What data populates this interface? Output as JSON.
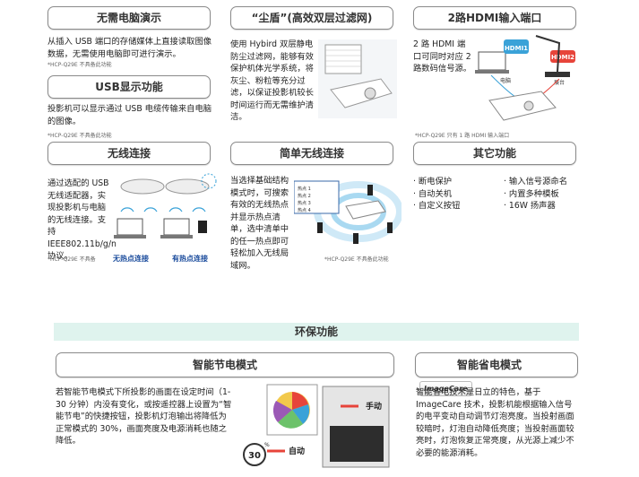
{
  "row1": {
    "box1": {
      "title": "无需电脑演示",
      "text": "从插入 USB 端口的存储媒体上直接读取图像数据，无需使用电脑即可进行演示。",
      "note": "*HCP-Q29E 不具备此功能"
    },
    "box1b": {
      "title": "USB显示功能",
      "text": "投影机可以显示通过 USB 电缆传输来自电脑的图像。",
      "note": "*HCP-Q29E 不具备此功能"
    },
    "box2": {
      "title": "“尘盾”(高效双层过滤网)",
      "text": "使用 Hybird 双层静电防尘过滤网，能够有效保护机体光学系统，将灰尘、粉粒等充分过滤，以保证投影机较长时间运行而无需维护清洁。"
    },
    "box3": {
      "title": "2路HDMI输入端口",
      "text": "2 路 HDMI 端口可同时对应 2 路数码信号源。",
      "note": "*HCP-Q29E 只有 1 路 HDMI 输入端口",
      "labels": {
        "hdmi1": "HDMI1",
        "hdmi2": "HDMI2",
        "pc": "电脑",
        "cam": "展台"
      }
    }
  },
  "row2": {
    "box4": {
      "title": "无线连接",
      "text": "通过选配的 USB 无线适配器，实现投影机与电脑的无线连接。支持 IEEE802.11b/g/n 协议。",
      "note": "*HCP-Q29E 不具备",
      "tag1": "无热点连接",
      "tag2": "有热点连接"
    },
    "box5": {
      "title": "简单无线连接",
      "text": "当选择基础结构模式时，可搜索有效的无线热点并显示热点清单，选中清单中的任一热点即可轻松加入无线局域网。",
      "note": "*HCP-Q29E 不具备此功能",
      "list": [
        "热点 1",
        "热点 2",
        "热点 3",
        "热点 4"
      ]
    },
    "box6": {
      "title": "其它功能",
      "left": [
        "· 断电保护",
        "· 自动关机",
        "· 自定义按钮"
      ],
      "right": [
        "· 输入信号源命名",
        "· 内置多种模板",
        "· 16W 扬声器"
      ]
    }
  },
  "eco": {
    "banner": "环保功能",
    "box7": {
      "title": "智能节电模式",
      "text": "若智能节电模式下所投影的画面在设定时间（1-30 分钟）内没有变化，或按遥控器上设置为“智能节电”的快捷按钮，投影机灯泡输出将降低为正常模式的 30%，画面亮度及电源消耗也随之降低。",
      "manual": "手动",
      "auto": "自动",
      "percent": "30",
      "percent_sign": "%"
    },
    "box8": {
      "title": "智能省电模式",
      "logo": "ImageCare",
      "text": "智能省电技术是日立的特色，基于 ImageCare 技术，投影机能根据输入信号的电平变动自动调节灯泡亮度。当投射画面较暗时，灯泡自动降低亮度；当投射画面较亮时，灯泡恢复正常亮度，从光源上减少不必要的能源消耗。"
    }
  }
}
